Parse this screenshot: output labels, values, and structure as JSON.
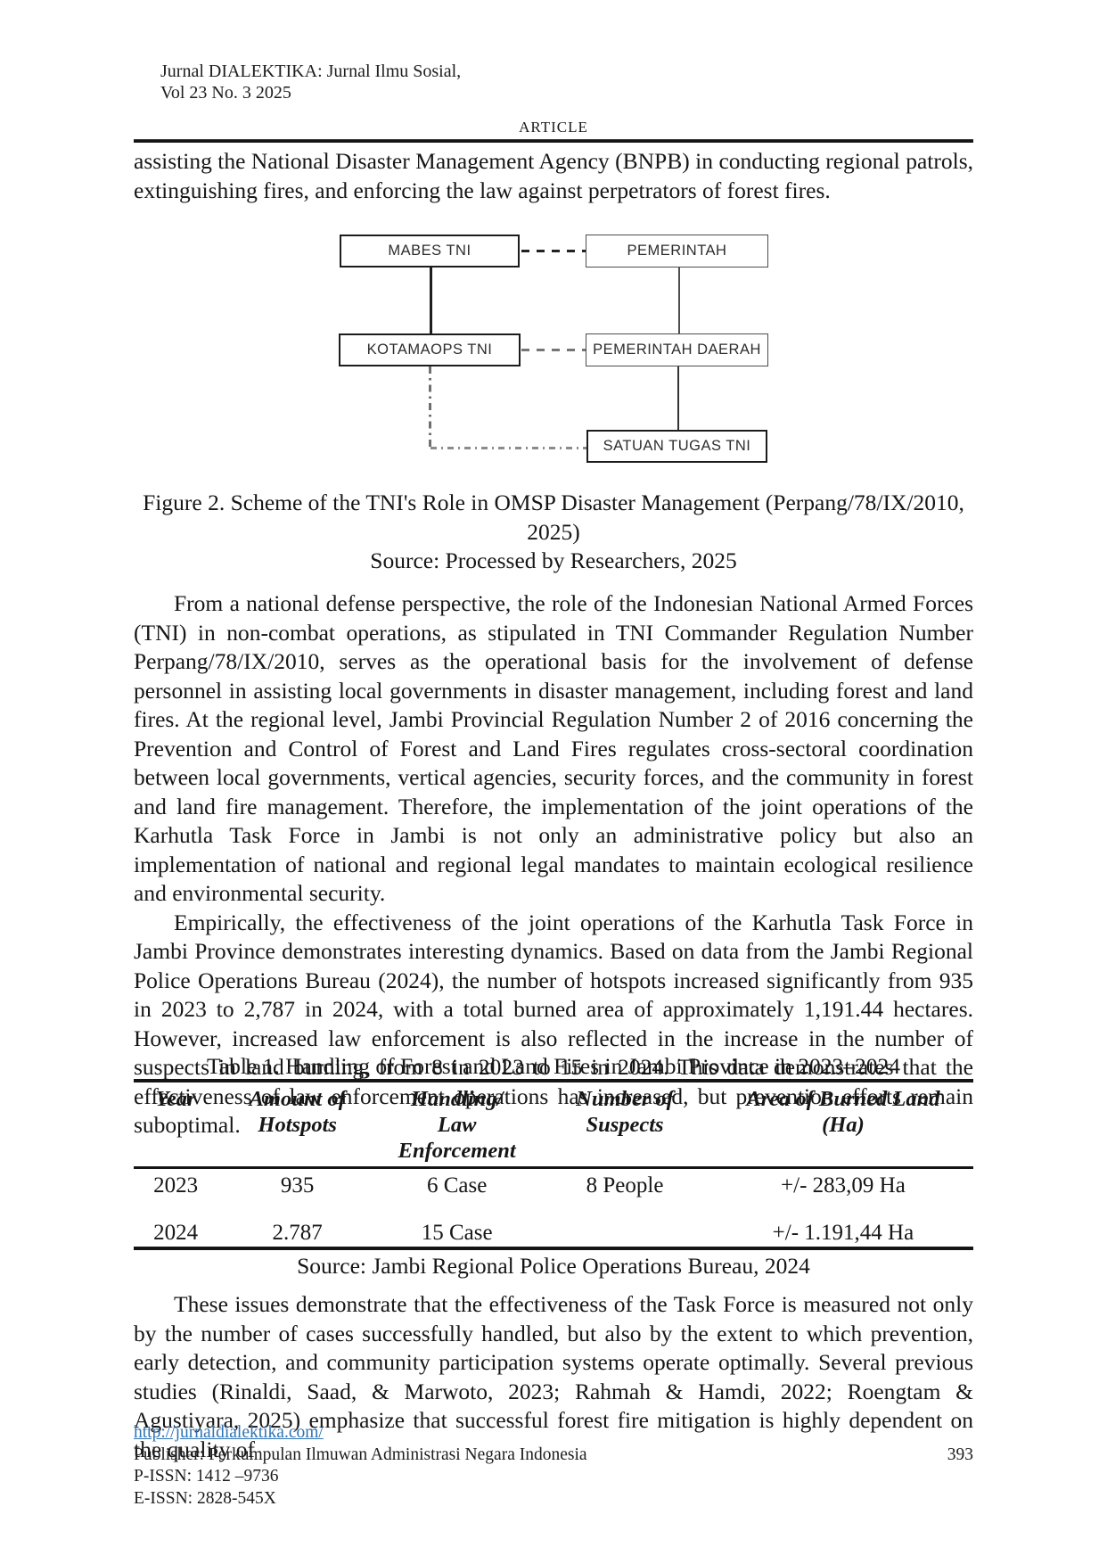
{
  "header": {
    "journal_line1": "Jurnal DIALEKTIKA: Jurnal Ilmu Sosial,",
    "journal_line2": "Vol 23 No. 3 2025",
    "section_label": "ARTICLE"
  },
  "body": {
    "paragraph_intro": "assisting the National Disaster Management Agency (BNPB) in conducting regional patrols, extinguishing fires, and enforcing the law against perpetrators of forest fires.",
    "paragraph_defense": "From a national defense perspective, the role of the Indonesian National Armed Forces (TNI) in non-combat operations, as stipulated in TNI Commander Regulation Number Perpang/78/IX/2010, serves as the operational basis for the involvement of defense personnel in assisting local governments in disaster management, including forest and land fires. At the regional level, Jambi Provincial Regulation Number 2 of 2016 concerning the Prevention and Control of Forest and Land Fires regulates cross-sectoral coordination between local governments, vertical agencies, security forces, and the community in forest and land fire management. Therefore, the implementation of the joint operations of the Karhutla Task Force in Jambi is not only an administrative policy but also an implementation of national and regional legal mandates to maintain ecological resilience and environmental security.",
    "paragraph_empirical": "Empirically, the effectiveness of the joint operations of the Karhutla Task Force in Jambi Province demonstrates interesting dynamics. Based on data from the Jambi Regional Police Operations Bureau (2024), the number of hotspots increased significantly from 935 in 2023 to 2,787 in 2024, with a total burned area of approximately 1,191.44 hectares. However, increased law enforcement is also reflected in the increase in the number of suspects in land burning, from 8 in 2023 to 15 in 2024. This data demonstrates that the effectiveness of law enforcement operations has increased, but prevention efforts remain suboptimal.",
    "paragraph_issues": "These issues demonstrate that the effectiveness of the Task Force is measured not only by the number of cases successfully handled, but also by the extent to which prevention, early detection, and community participation systems operate optimally. Several previous studies (Rinaldi, Saad, & Marwoto, 2023; Rahmah & Hamdi, 2022; Roengtam & Agustiyara, 2025) emphasize that successful forest fire mitigation is highly dependent on the quality of"
  },
  "figure": {
    "boxes": [
      {
        "label": "MABES TNI"
      },
      {
        "label": "PEMERINTAH"
      },
      {
        "label": "KOTAMAOPS TNI"
      },
      {
        "label": "PEMERINTAH DAERAH"
      },
      {
        "label": "SATUAN TUGAS TNI"
      }
    ],
    "caption_line1": "Figure 2. Scheme of the TNI's Role in OMSP Disaster Management (Perpang/78/IX/2010,",
    "caption_line2": "2025)",
    "caption_source": "Source: Processed by Researchers, 2025"
  },
  "table": {
    "title": "Table 1. Handling of Forest and Land Fires in Jambi Province in 2023–2024",
    "columns": [
      "Year",
      "Amount of\nHotspots",
      "Handling/\nLaw\nEnforcement",
      "Number of\nSuspects",
      "Area of Burned Land\n(Ha)"
    ],
    "rows": [
      [
        "2023",
        "935",
        "6 Case",
        "8 People",
        "+/- 283,09 Ha"
      ],
      [
        "2024",
        "2.787",
        "15 Case",
        "",
        "+/- 1.191,44 Ha"
      ]
    ],
    "source": "Source: Jambi Regional Police Operations Bureau, 2024"
  },
  "footer": {
    "link": "http://jurnaldialektika.com/",
    "publisher": "Publisher: Perkumpulan Ilmuwan Administrasi Negara Indonesia",
    "p_issn": "P-ISSN: 1412 –9736",
    "e_issn": "E-ISSN: 2828-545X",
    "page_number": "393"
  },
  "colors": {
    "link": "#2e74b5",
    "text": "#161616"
  }
}
